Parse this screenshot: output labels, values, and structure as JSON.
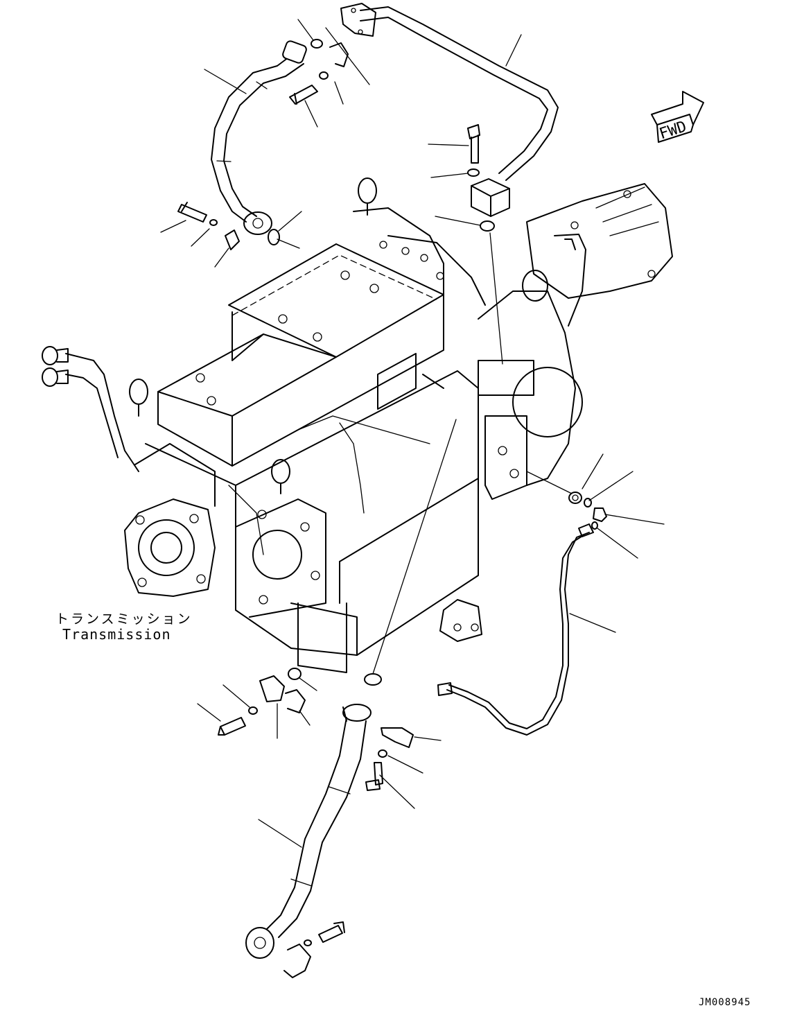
{
  "labels": {
    "transmission_ja": "トランスミッション",
    "transmission_en": "Transmission",
    "fwd": "FWD",
    "drawing_id": "JM008945"
  }
}
